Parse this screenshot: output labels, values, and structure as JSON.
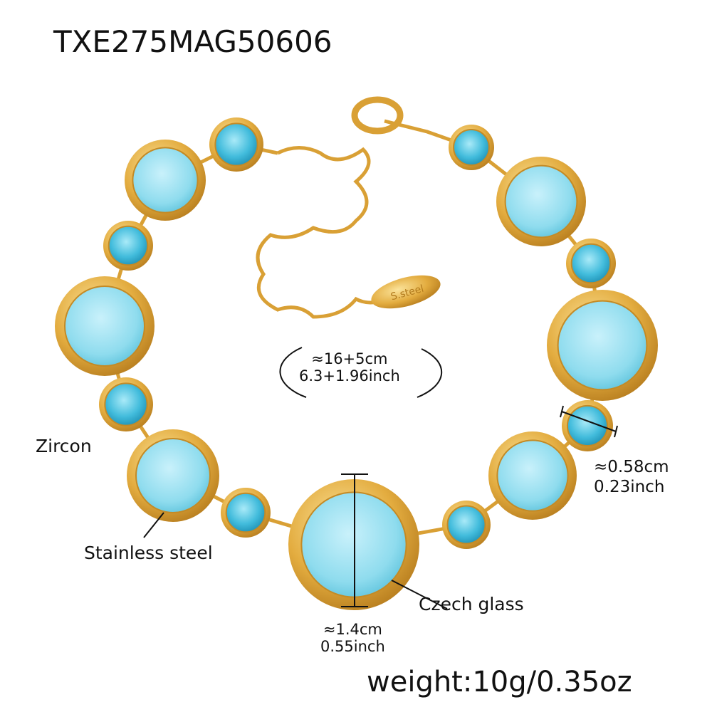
{
  "product_code": "TXE275MAG50606",
  "length": {
    "cm": "≈16+5cm",
    "inch": "6.3+1.96inch"
  },
  "labels": {
    "zircon": "Zircon",
    "stainless_steel": "Stainless steel",
    "czech_glass": "Czech glass"
  },
  "small_stone_size": {
    "cm": "≈0.58cm",
    "inch": "0.23inch"
  },
  "large_stone_size": {
    "cm": "≈1.4cm",
    "inch": "0.55inch"
  },
  "weight": "weight:10g/0.35oz",
  "tag_text": "S.steel",
  "colors": {
    "gold": "#e0a93a",
    "stone": "#7fd3e6",
    "zircon": "#3fb9d9"
  }
}
